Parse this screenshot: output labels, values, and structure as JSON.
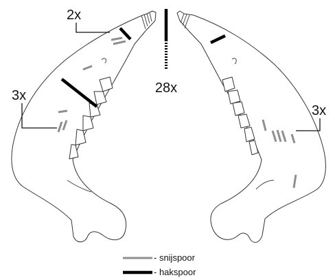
{
  "colors": {
    "cut_mark": "#8f8f8f",
    "chop_mark": "#000000",
    "outline": "#333333"
  },
  "labels": {
    "left_top_count": "2x",
    "left_middle_count": "3x",
    "midline_count": "28x",
    "right_count": "3x"
  },
  "legend": [
    {
      "key": "cut",
      "label": "- snijspoor"
    },
    {
      "key": "chop",
      "label": "- hakspoor"
    }
  ]
}
